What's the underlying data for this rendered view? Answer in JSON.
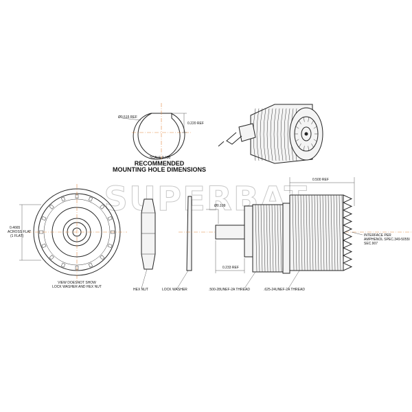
{
  "watermark": "SUPERBAT",
  "mounting_hole": {
    "diameter_label": "Ø0.515 REF",
    "flat_label": "0.220 REF",
    "scale_label": "SCALE 3.000",
    "heading_line1": "RECOMMENDED",
    "heading_line2": "MOUNTING HOLE DIMENSIONS"
  },
  "front_view": {
    "across_flat_line1": "0.4665",
    "across_flat_line2": "ACROSS FLAT",
    "across_flat_line3": "(1 FLAT)",
    "note_line1": "VIEW DOESNOT SHOW",
    "note_line2": "LOCK WASHER AND HEX NUT"
  },
  "parts": {
    "hex_nut": "HEX NUT",
    "lock_washer": "LOCK WASHER"
  },
  "side_view": {
    "pin_diameter": "Ø0.109",
    "overall_length": "0.500 REF",
    "pin_length": "0.233 REF",
    "thread_rear": ".500-28UNEF-2A THREAD",
    "thread_front": ".625-24UNEF-2A THREAD",
    "interface_line1": "INTERFACE PER",
    "interface_line2": "AMPHENOL SPEC.349-5055I",
    "interface_line3": "SEC.907"
  }
}
